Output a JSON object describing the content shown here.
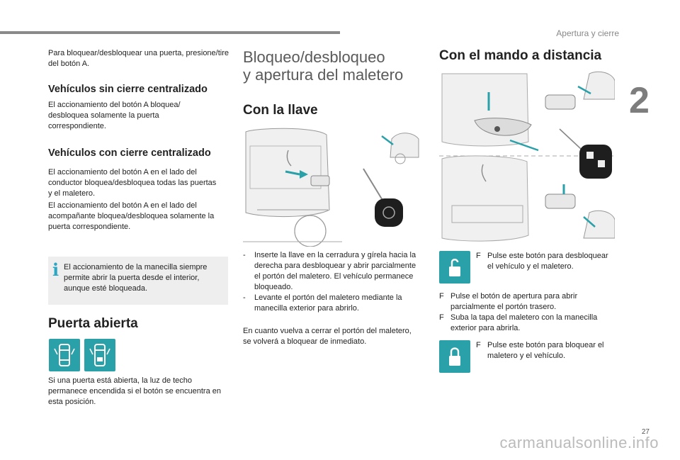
{
  "header": {
    "section_title": "Apertura y cierre",
    "chapter_number": "2",
    "page_number": "27"
  },
  "col1": {
    "intro": "Para bloquear/desbloquear una puerta, presione/tire del botón A.",
    "sin_title": "Vehículos sin cierre centralizado",
    "sin_text": "El accionamiento del botón A bloquea/ desbloquea solamente la puerta correspondiente.",
    "con_title": "Vehículos con cierre centralizado",
    "con_text_1": "El accionamiento del botón A en el lado del conductor bloquea/desbloquea todas las puertas y el maletero.",
    "con_text_2": "El accionamiento del botón A en el lado del acompañante bloquea/desbloquea solamente la puerta correspondiente.",
    "info_text": "El accionamiento de la manecilla siempre permite abrir la puerta desde el interior, aunque esté bloqueada.",
    "puerta_title": "Puerta abierta",
    "puerta_text": "Si una puerta está abierta, la luz de techo permanece encendida si el botón se encuentra en esta posición."
  },
  "col2": {
    "title_line1": "Bloqueo/desbloqueo",
    "title_line2": "y apertura del maletero",
    "llave_title": "Con la llave",
    "dash": "-",
    "bullet_1": "Inserte la llave en la cerradura y gírela hacia la derecha para desbloquear y abrir parcialmente el portón del maletero. El vehículo permanece bloqueado.",
    "bullet_2": "Levante el portón del maletero mediante la manecilla exterior para abrirlo.",
    "closing": "En cuanto vuelva a cerrar el portón del maletero, se volverá a bloquear de inmediato."
  },
  "col3": {
    "mando_title": "Con el mando a distancia",
    "bullet_mark": "F",
    "unlock_text": "Pulse este botón para desbloquear el vehículo y el maletero.",
    "step_1": "Pulse el botón de apertura para abrir parcialmente el portón trasero.",
    "step_2": "Suba la tapa del maletero con la manecilla exterior para abrirla.",
    "lock_text": "Pulse este botón para bloquear el maletero y el vehículo."
  },
  "info_icon": "i",
  "watermark": "carmanualsonline.info",
  "colors": {
    "accent_teal": "#2aa0a9",
    "info_blue": "#2ba6c4"
  },
  "icons": [
    "door-switch-unlocked-icon",
    "door-switch-locked-icon",
    "unlock-padlock-icon",
    "lock-padlock-icon",
    "info-icon"
  ]
}
